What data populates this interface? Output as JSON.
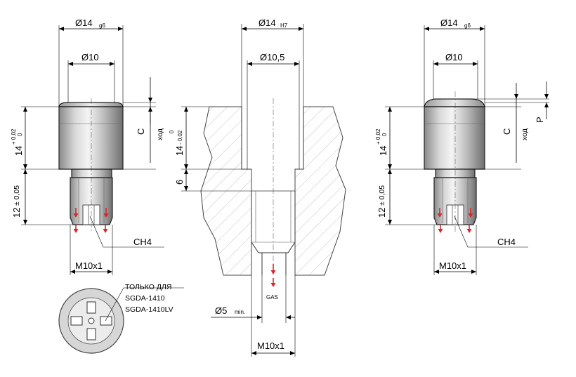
{
  "labels": {
    "left_outer_diameter": "Ø14",
    "left_outer_tolerance": "g6",
    "left_inner_diameter": "Ø10",
    "left_c": "C",
    "left_stroke": "ход",
    "left_height": "14",
    "left_height_tol_upper": "+ 0,02",
    "left_height_tol_lower": "0",
    "left_thread_height": "12",
    "left_thread_height_tol": "± 0,05",
    "left_sw": "CH4",
    "left_thread": "M10x1",
    "mid_bore_diameter": "Ø14",
    "mid_bore_tolerance": "H7",
    "mid_inner_diameter": "Ø10,5",
    "mid_depth": "14",
    "mid_depth_tol_upper": "0",
    "mid_depth_tol_lower": "- 0,02",
    "mid_step": "6",
    "mid_gas": "GAS",
    "mid_hole_diameter": "Ø5",
    "mid_hole_min": "min.",
    "mid_thread": "M10x1",
    "right_outer_diameter": "Ø14",
    "right_outer_tolerance": "g6",
    "right_inner_diameter": "Ø10",
    "right_c": "C",
    "right_stroke": "ход",
    "right_p": "P",
    "right_height": "14",
    "right_height_tol_upper": "+ 0,02",
    "right_height_tol_lower": "0",
    "right_thread_height": "12",
    "right_thread_height_tol": "± 0,05",
    "right_sw": "CH4",
    "right_thread": "M10x1",
    "note_line1": "ТОЛЬКО ДЛЯ",
    "note_line2": "SGDA-1410",
    "note_line3": "SGDA-1410LV"
  },
  "colors": {
    "arrow": "#d9262b",
    "body_dark": "#7a7a7a",
    "body_light": "#f2f2f2",
    "hatch": "#9a9a9a"
  }
}
